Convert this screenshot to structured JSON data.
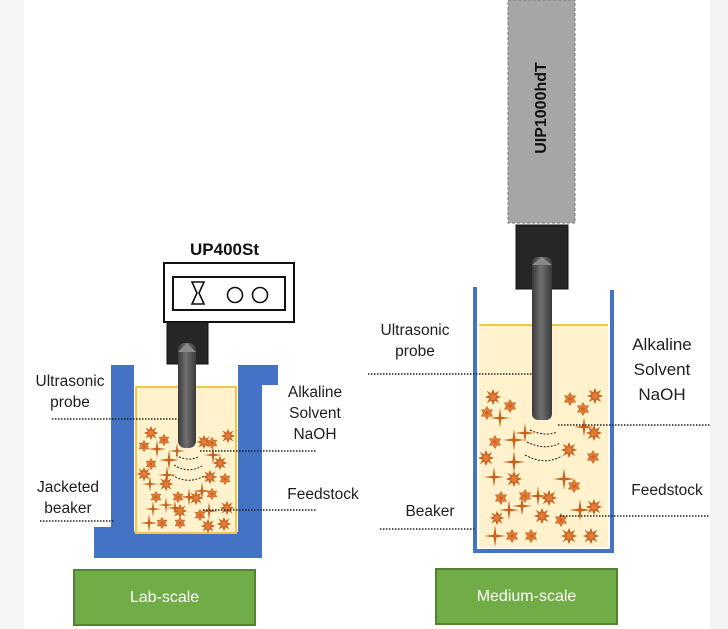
{
  "colors": {
    "jacket_blue": "#4472c4",
    "liquid_fill": "#fff2cc",
    "liquid_edge": "#f2c744",
    "particle_orange": "#e07b39",
    "particle_dark": "#b8561c",
    "scale_green": "#70ad47",
    "probe_gray": "#4d4d4d",
    "generator_gray": "#a6a6a6"
  },
  "lab": {
    "device_label": "UP400St",
    "labels": {
      "probe": "Ultrasonic\nprobe",
      "solvent": "Alkaline\nSolvent\nNaOH",
      "beaker": "Jacketed\nbeaker",
      "feedstock": "Feedstock"
    },
    "scale_label": "Lab-scale",
    "control_icons": [
      "hourglass-icon",
      "circle-button-icon",
      "circle-button-icon"
    ]
  },
  "medium": {
    "device_label": "UIP1000hdT",
    "labels": {
      "probe": "Ultrasonic\nprobe",
      "solvent": "Alkaline\nSolvent\nNaOH",
      "beaker": "Beaker",
      "feedstock": "Feedstock"
    },
    "scale_label": "Medium-scale"
  }
}
